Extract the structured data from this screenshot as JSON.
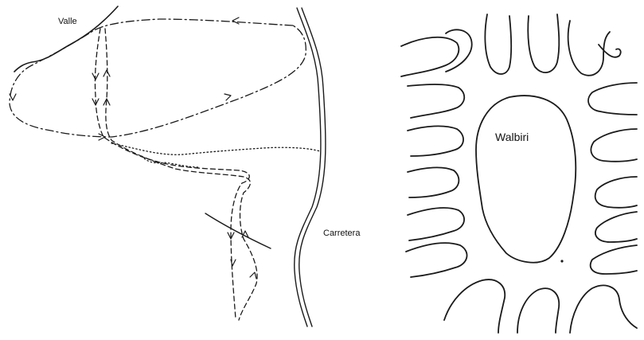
{
  "labels": {
    "valley": "Valle",
    "road": "Carretera",
    "walbiri": "Walbiri"
  },
  "colors": {
    "ink": "#1a1a1a",
    "background": "#ffffff"
  }
}
